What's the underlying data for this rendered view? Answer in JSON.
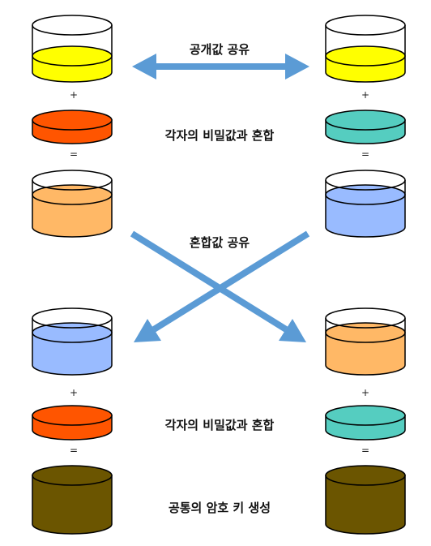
{
  "labels": {
    "share_public": "공개값 공유",
    "mix_secret_top": "각자의 비밀값과 혼합",
    "share_mixed": "혼합값 공유",
    "mix_secret_bottom": "각자의 비밀값과 혼합",
    "common_key": "공통의 암호 키 생성"
  },
  "operators": {
    "left_plus_1": "+",
    "left_eq_1": "=",
    "left_plus_2": "+",
    "left_eq_2": "=",
    "right_plus_1": "+",
    "right_eq_1": "=",
    "right_plus_2": "+",
    "right_eq_2": "="
  },
  "colors": {
    "public": "#ffff00",
    "secret_left": "#ff5500",
    "secret_right": "#55cdc0",
    "mixed_left": "#ffb866",
    "mixed_right": "#99bbff",
    "key": "#6b5500",
    "arrow": "#5b9bd5"
  }
}
